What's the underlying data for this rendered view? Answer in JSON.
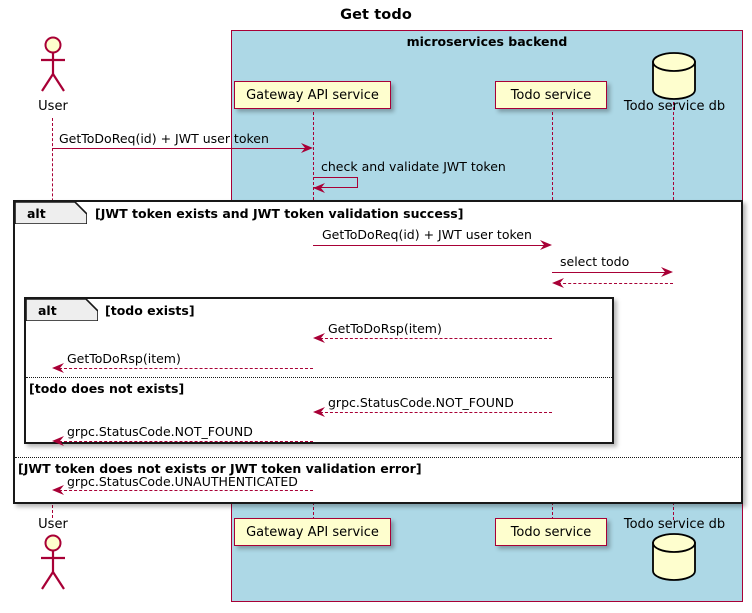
{
  "diagram": {
    "title": "Get todo",
    "type": "sequence-diagram",
    "colors": {
      "accent": "#A80036",
      "participant_fill": "#FEFECE",
      "group_fill": "#ADD8E6",
      "frame_tab_fill": "#EEEEEE",
      "frame_border": "#181818"
    }
  },
  "group": {
    "label": "microservices backend"
  },
  "participants": [
    {
      "id": "user",
      "label": "User",
      "kind": "actor"
    },
    {
      "id": "gateway",
      "label": "Gateway API service",
      "kind": "participant"
    },
    {
      "id": "todo",
      "label": "Todo service",
      "kind": "participant"
    },
    {
      "id": "todo_db",
      "label": "Todo service db",
      "kind": "database"
    }
  ],
  "messages": [
    {
      "id": "m1",
      "label": "GetToDoReq(id) + JWT user token",
      "from": "user",
      "to": "gateway",
      "style": "solid"
    },
    {
      "id": "m2",
      "label": "check and validate JWT token",
      "from": "gateway",
      "to": "gateway",
      "style": "self"
    },
    {
      "id": "m3",
      "label": "GetToDoReq(id) + JWT user token",
      "from": "gateway",
      "to": "todo",
      "style": "solid"
    },
    {
      "id": "m4",
      "label": "select todo",
      "from": "todo",
      "to": "todo_db",
      "style": "solid"
    },
    {
      "id": "m5",
      "label": "",
      "from": "todo_db",
      "to": "todo",
      "style": "dashed"
    },
    {
      "id": "m6",
      "label": "GetToDoRsp(item)",
      "from": "todo",
      "to": "gateway",
      "style": "dashed"
    },
    {
      "id": "m7",
      "label": "GetToDoRsp(item)",
      "from": "gateway",
      "to": "user",
      "style": "dashed"
    },
    {
      "id": "m8",
      "label": "grpc.StatusCode.NOT_FOUND",
      "from": "todo",
      "to": "gateway",
      "style": "dashed"
    },
    {
      "id": "m9",
      "label": "grpc.StatusCode.NOT_FOUND",
      "from": "gateway",
      "to": "user",
      "style": "dashed"
    },
    {
      "id": "m10",
      "label": "grpc.StatusCode.UNAUTHENTICATED",
      "from": "gateway",
      "to": "user",
      "style": "dashed"
    }
  ],
  "frames": {
    "outer": {
      "keyword": "alt",
      "condition": "[JWT token exists and JWT token validation success]",
      "else_condition": "[JWT token does not exists or JWT token validation error]"
    },
    "inner": {
      "keyword": "alt",
      "condition": "[todo exists]",
      "else_condition": "[todo does not exists]"
    }
  }
}
